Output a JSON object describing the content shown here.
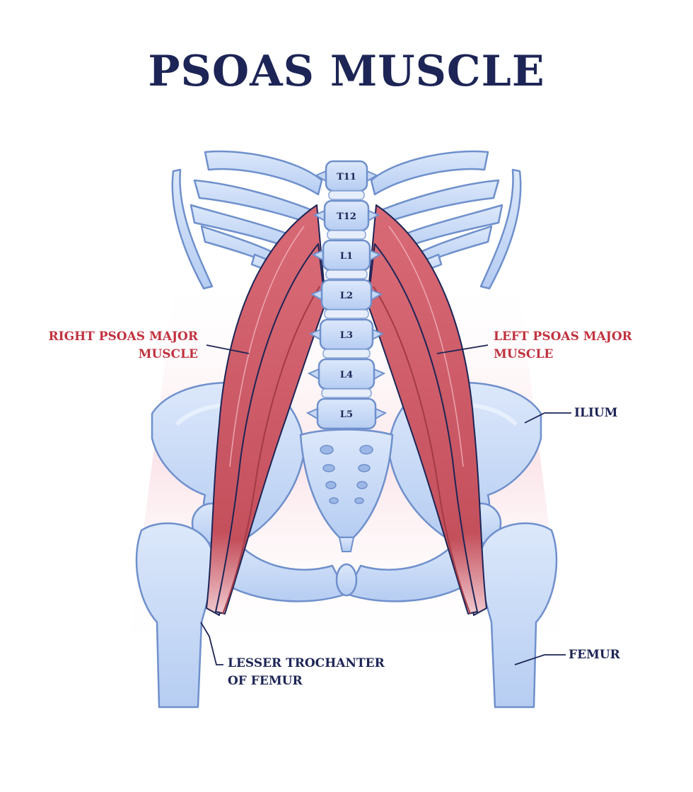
{
  "title": "PSOAS MUSCLE",
  "labels": {
    "right_psoas": [
      "RIGHT PSOAS MAJOR",
      "MUSCLE"
    ],
    "left_psoas": [
      "LEFT PSOAS MAJOR",
      "MUSCLE"
    ],
    "ilium": "ILIUM",
    "femur": "FEMUR",
    "lesser_trochanter": [
      "LESSER TROCHANTER",
      "OF FEMUR"
    ]
  },
  "vertebrae": [
    "T11",
    "T12",
    "L1",
    "L2",
    "L3",
    "L4",
    "L5"
  ],
  "colors": {
    "title": "#1d2556",
    "muscle_label": "#c0323f",
    "bone_label": "#1d2556",
    "bone_fill": "#c6d8f5",
    "bone_outline": "#6f90cc",
    "muscle_fill": "#c8505c",
    "background_glow": "#fbe5ea"
  }
}
